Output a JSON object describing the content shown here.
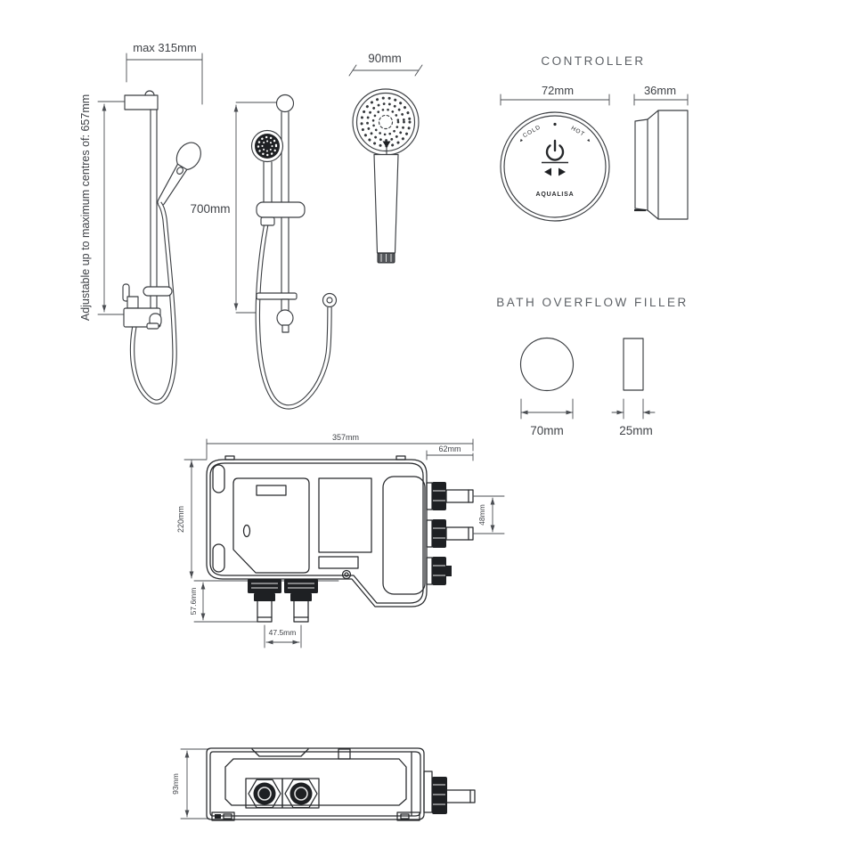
{
  "colors": {
    "background": "#ffffff",
    "line": "#3b3e42",
    "line_dark": "#26282b",
    "dim_text": "#3f4247",
    "title_text": "#5d6166",
    "fill_dark": "#1e2023"
  },
  "rail_side_figure": {
    "dim_max_width": "max 315mm",
    "dim_adjustable_height": "Adjustable up to maximum centres of: 657mm"
  },
  "rail_front_figure": {
    "dim_height": "700mm"
  },
  "handset_figure": {
    "dim_diameter": "90mm"
  },
  "controller": {
    "title": "CONTROLLER",
    "dim_diameter": "72mm",
    "dim_depth": "36mm",
    "dial": {
      "cold_label": "COLD",
      "hot_label": "HOT",
      "cold_marker": "◂",
      "hot_marker": "▸",
      "brand": "AQUALISA"
    }
  },
  "bath_overflow": {
    "title": "BATH OVERFLOW FILLER",
    "dim_diameter": "70mm",
    "dim_depth": "25mm"
  },
  "processor_front": {
    "dim_width": "357mm",
    "dim_outlet_depth": "62mm",
    "dim_height": "220mm",
    "dim_outlet_spacing": "48mm",
    "dim_inlet_length": "57.6mm",
    "dim_inlet_spacing": "47.5mm"
  },
  "processor_side": {
    "dim_height": "93mm"
  }
}
